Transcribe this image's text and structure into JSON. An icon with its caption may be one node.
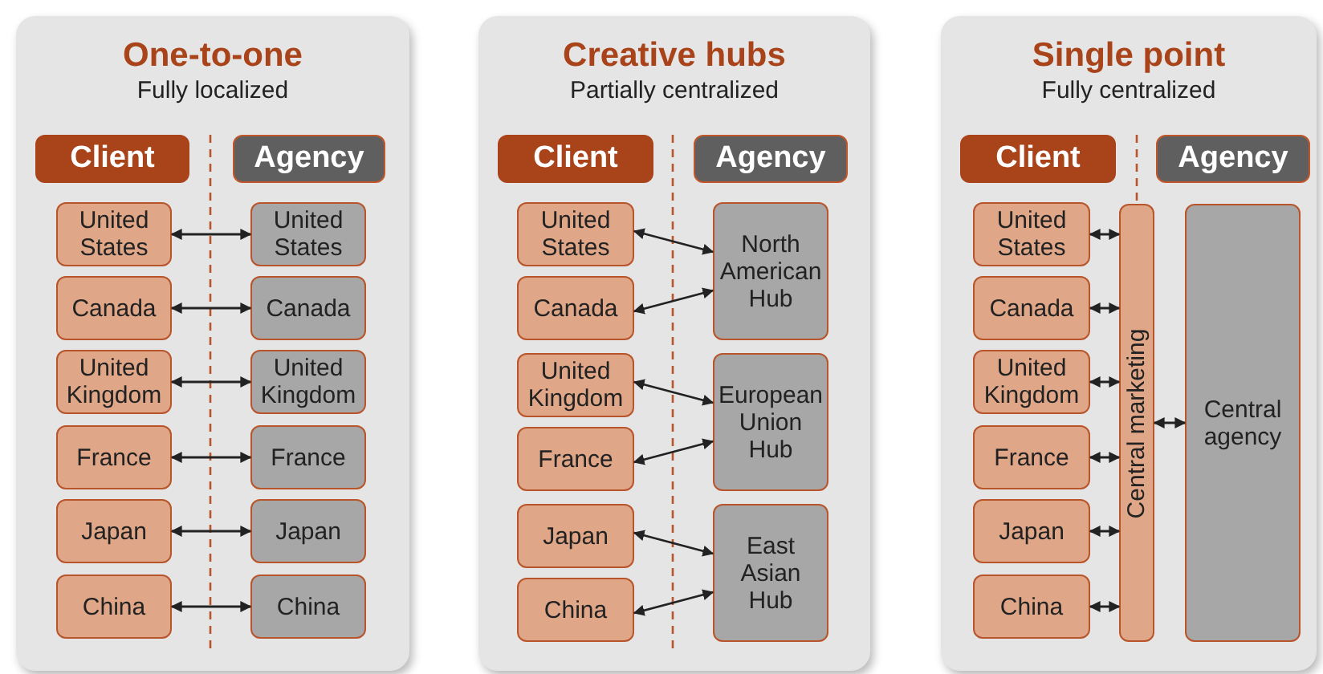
{
  "diagram": {
    "nodes": [
      {
        "text": [
          "One-to-one",
          "Fully localized"
        ]
      },
      {
        "text": [
          "Client"
        ],
        "in": 0
      },
      {
        "text": [
          "Agency"
        ],
        "in": 0
      },
      {
        "text": [
          "United States"
        ],
        "in": 0
      },
      {
        "text": [
          "Canada"
        ],
        "in": 0
      },
      {
        "text": [
          "United Kingdom"
        ],
        "in": 0
      },
      {
        "text": [
          "France"
        ],
        "in": 0
      },
      {
        "text": [
          "Japan"
        ],
        "in": 0
      },
      {
        "text": [
          "China"
        ],
        "in": 0
      },
      {
        "text": [
          "United States"
        ],
        "in": 0
      },
      {
        "text": [
          "Canada"
        ],
        "in": 0
      },
      {
        "text": [
          "United Kingdom"
        ],
        "in": 0
      },
      {
        "text": [
          "France"
        ],
        "in": 0
      },
      {
        "text": [
          "Japan"
        ],
        "in": 0
      },
      {
        "text": [
          "China"
        ],
        "in": 0
      },
      {
        "text": [
          "Creative hubs",
          "Partially centralized"
        ]
      },
      {
        "text": [
          "Client"
        ],
        "in": 15
      },
      {
        "text": [
          "Agency"
        ],
        "in": 15
      },
      {
        "text": [
          "United States"
        ],
        "in": 15
      },
      {
        "text": [
          "Canada"
        ],
        "in": 15
      },
      {
        "text": [
          "United Kingdom"
        ],
        "in": 15
      },
      {
        "text": [
          "France"
        ],
        "in": 15
      },
      {
        "text": [
          "Japan"
        ],
        "in": 15
      },
      {
        "text": [
          "China"
        ],
        "in": 15
      },
      {
        "text": [
          "North American Hub"
        ],
        "in": 15
      },
      {
        "text": [
          "European Union Hub"
        ],
        "in": 15
      },
      {
        "text": [
          "East Asian Hub"
        ],
        "in": 15
      },
      {
        "text": [
          "Single point",
          "Fully centralized"
        ]
      },
      {
        "text": [
          "Client"
        ],
        "in": 27
      },
      {
        "text": [
          "Agency"
        ],
        "in": 27
      },
      {
        "text": [
          "United States"
        ],
        "in": 27
      },
      {
        "text": [
          "Canada"
        ],
        "in": 27
      },
      {
        "text": [
          "United Kingdom"
        ],
        "in": 27
      },
      {
        "text": [
          "France"
        ],
        "in": 27
      },
      {
        "text": [
          "Japan"
        ],
        "in": 27
      },
      {
        "text": [
          "China"
        ],
        "in": 27
      },
      {
        "text": [
          "Central marketing"
        ],
        "in": 27
      },
      {
        "text": [
          "Central agency"
        ],
        "in": 27
      }
    ],
    "edges": [
      {
        "from": 3,
        "to": 9,
        "arrow": "both"
      },
      {
        "from": 4,
        "to": 10,
        "arrow": "both"
      },
      {
        "from": 5,
        "to": 11,
        "arrow": "both"
      },
      {
        "from": 6,
        "to": 12,
        "arrow": "both"
      },
      {
        "from": 7,
        "to": 13,
        "arrow": "both"
      },
      {
        "from": 8,
        "to": 14,
        "arrow": "both"
      },
      {
        "from": 18,
        "to": 24,
        "arrow": "both"
      },
      {
        "from": 19,
        "to": 24,
        "arrow": "both"
      },
      {
        "from": 20,
        "to": 25,
        "arrow": "both"
      },
      {
        "from": 21,
        "to": 25,
        "arrow": "both"
      },
      {
        "from": 22,
        "to": 26,
        "arrow": "both"
      },
      {
        "from": 23,
        "to": 26,
        "arrow": "both"
      },
      {
        "from": 30,
        "to": 36,
        "arrow": "both"
      },
      {
        "from": 31,
        "to": 36,
        "arrow": "both"
      },
      {
        "from": 32,
        "to": 36,
        "arrow": "both"
      },
      {
        "from": 33,
        "to": 36,
        "arrow": "both"
      },
      {
        "from": 34,
        "to": 36,
        "arrow": "both"
      },
      {
        "from": 35,
        "to": 36,
        "arrow": "both"
      },
      {
        "from": 36,
        "to": 37,
        "arrow": "both"
      }
    ]
  }
}
